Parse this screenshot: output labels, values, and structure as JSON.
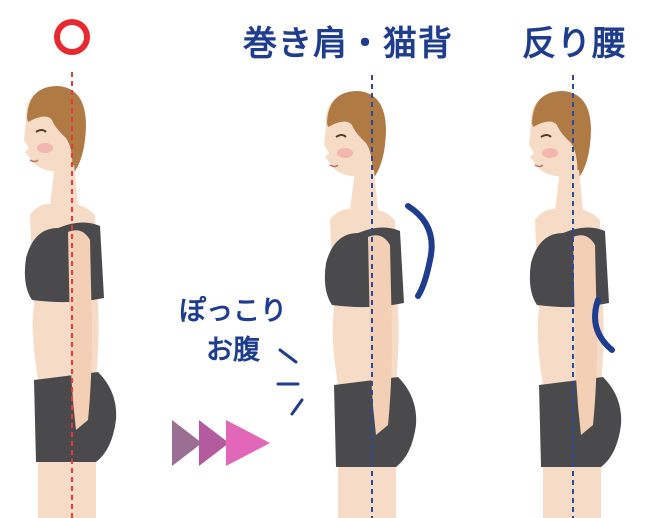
{
  "labels": {
    "good_mark": "○",
    "rounded_shoulders": "巻き肩・猫背",
    "sway_back": "反り腰",
    "pot_belly_line1": "ぽっこり",
    "pot_belly_line2": "お腹"
  },
  "colors": {
    "good": "#e8292f",
    "label": "#1f3d8f",
    "axis_red": "#e23b3b",
    "axis_blue": "#2c4a9a",
    "hair": "#b07a45",
    "skin": "#f6dcc6",
    "clothes": "#4a4a4c",
    "arrow": [
      "#9a6f93",
      "#b45a9e",
      "#e267b8"
    ]
  }
}
